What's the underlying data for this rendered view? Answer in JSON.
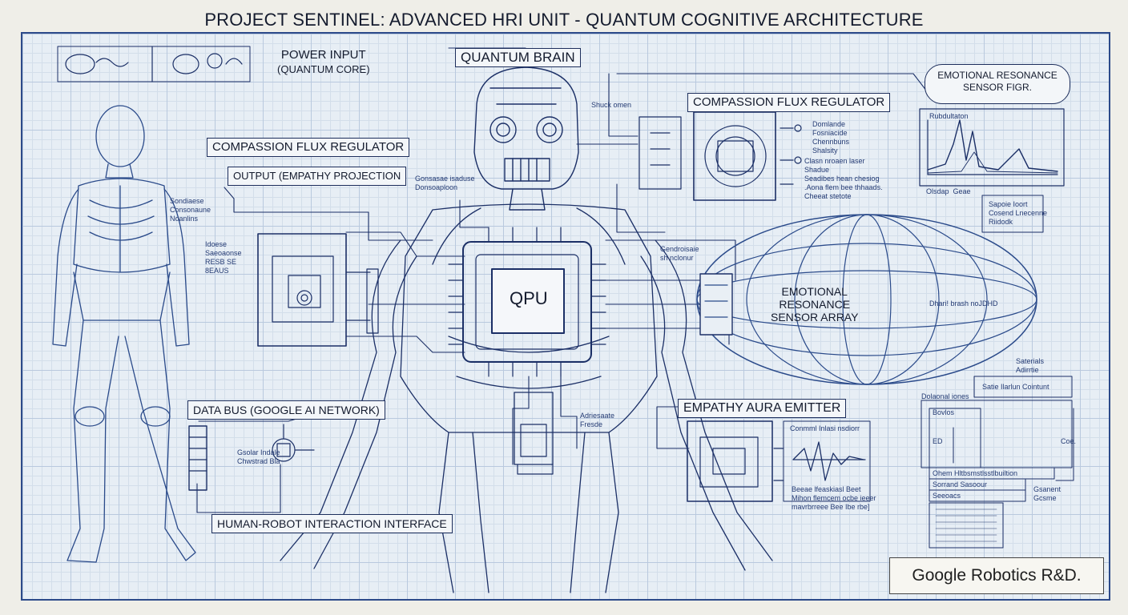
{
  "title": "PROJECT SENTINEL: ADVANCED HRI UNIT - QUANTUM COGNITIVE ARCHITECTURE",
  "labels": {
    "power_input_line1": "POWER INPUT",
    "power_input_line2": "(QUANTUM CORE)",
    "quantum_brain": "QUANTUM BRAIN",
    "compassion_left": "COMPASSION FLUX REGULATOR",
    "compassion_right": "COMPASSION FLUX REGULATOR",
    "output": "OUTPUT (EMPATHY PROJECTION",
    "qpu": "QPU",
    "emotional_array_line1": "EMOTIONAL",
    "emotional_array_line2": "RESONANCE",
    "emotional_array_line3": "SENSOR ARRAY",
    "emotional_figure_line1": "EMOTIONAL RESONANCE",
    "emotional_figure_line2": "SENSOR FIGR.",
    "data_bus": "DATA BUS (GOOGLE AI NETWORK)",
    "empathy_emitter": "EMPATHY AURA EMITTER",
    "hri_interface": "HUMAN-ROBOT INTERACTION INTERFACE",
    "logo": "Google Robotics R&D."
  },
  "annotations": {
    "shock_omen": "Shuck omen",
    "center_notes": "Gonsasae isaduse\nDonsoaploon",
    "left_notes": "Sondiaese\nConsonaune\nNoanlins",
    "left_notes2": "Idoese\nSaeoaonse\nRESB SE\n8EAUS",
    "compassion_notes": "Domlande\nFosniacide\nChennbuns\nShalsity",
    "compassion_notes2": "Clasn nroaen laser\nShadue\nSeadibes hean chesiog\n.Aona flem bee thhaads.\nCheeat stetote",
    "graph_title": "Rubdultaton",
    "graph_axis": "Olsdap  Geae",
    "right_box": "Sapoie Ioort\nCosend Lnecenne\nRiidodk",
    "cenadroie": "Gendroisaie\nsh nclonur",
    "dhart": "Dhari! brash noJDHD",
    "sateo": "Saterials\nAdirrtie",
    "state_box": "Satie Ilarlun Cointunt",
    "dolaonal": "Dolaonal iones",
    "bovios": "Bovlos",
    "ecd": "ED",
    "cse": "Coe.",
    "ohem": "Ohem Hltbsmstlsstlbuiltion",
    "sorrand": "Sorrand Sasoour",
    "seeoacs": "Seeoacs",
    "empathy_chart": "Conmml Inlasi nsdiorr",
    "empathy_notes": "Beeae lfeaskiasl Beet\nMihon flemcem ocbe ieeer\nmavrbrreee Bee Ibe rbe]",
    "bottom_mid": "Adriesaate\nFresde",
    "data_notes": "Gsolar Indale\nChwstrad Bla",
    "right_sub": "Gsanent\nGcsme"
  },
  "colors": {
    "ink": "#1b2f66",
    "grid": "#b9c9de",
    "paper": "#e7eef5",
    "label_border": "#1d2e5c"
  }
}
